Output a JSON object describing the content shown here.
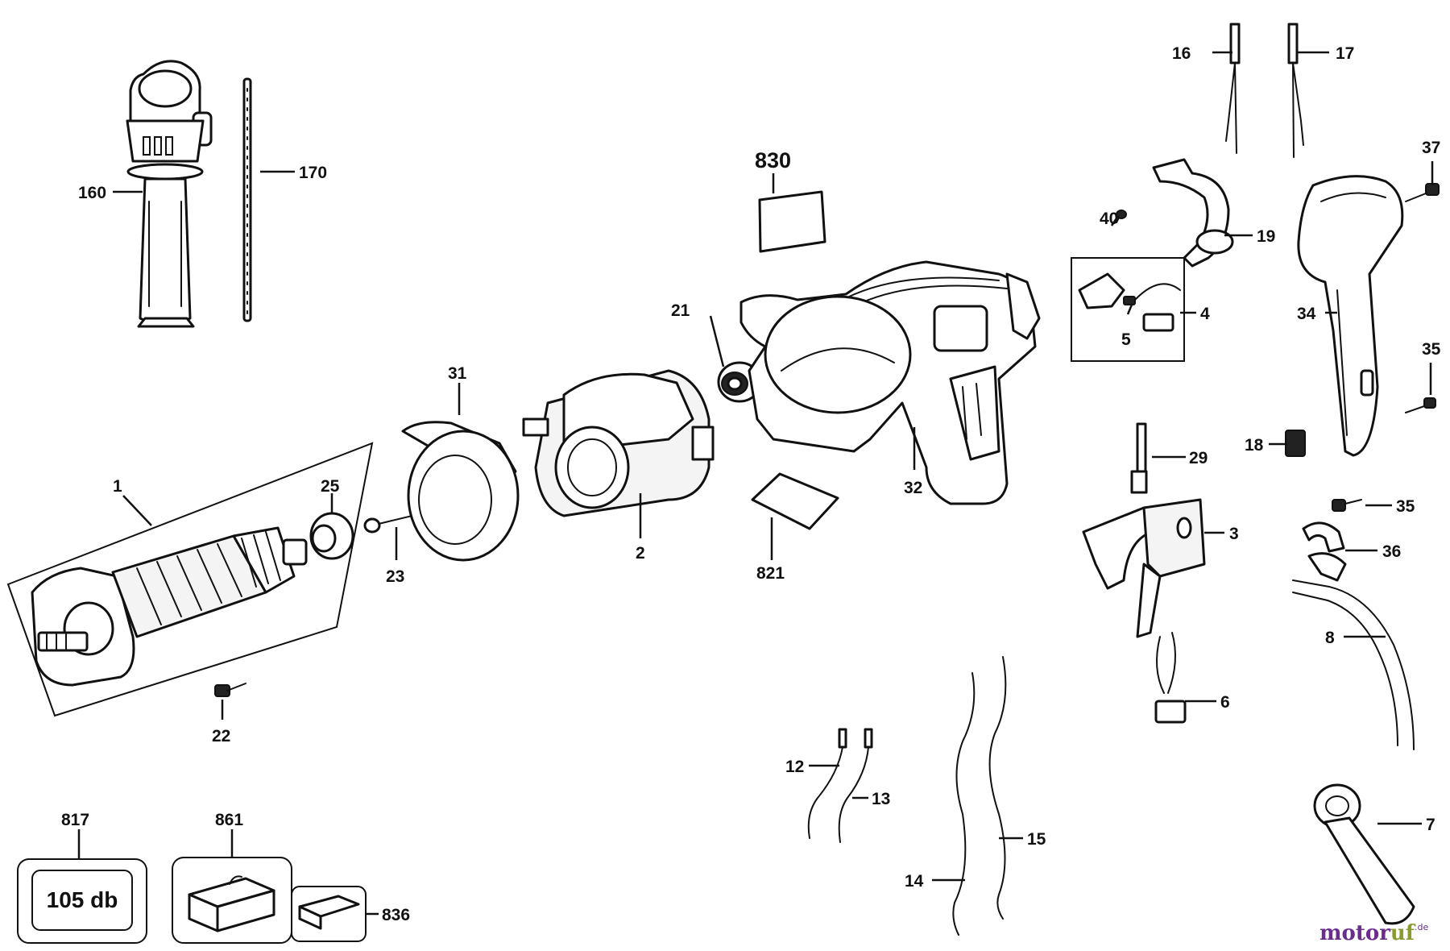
{
  "labels": {
    "l1": "1",
    "l2": "2",
    "l3": "3",
    "l4": "4",
    "l5": "5",
    "l6": "6",
    "l7": "7",
    "l8": "8",
    "l12": "12",
    "l13": "13",
    "l14": "14",
    "l15": "15",
    "l16": "16",
    "l17": "17",
    "l18": "18",
    "l19": "19",
    "l21": "21",
    "l22": "22",
    "l23": "23",
    "l25": "25",
    "l29": "29",
    "l31": "31",
    "l32": "32",
    "l34": "34",
    "l35a": "35",
    "l35b": "35",
    "l36": "36",
    "l37": "37",
    "l40": "40",
    "l160": "160",
    "l170": "170",
    "l817": "817",
    "l821": "821",
    "l830": "830",
    "l836": "836",
    "l861": "861"
  },
  "noise_badge": "105 db",
  "watermark": {
    "part1": "motor",
    "part2": "uf",
    "suffix": ".de"
  },
  "colors": {
    "line": "#111111",
    "watermark_purple": "#6a2d8c",
    "watermark_green": "#8a9b2e"
  }
}
